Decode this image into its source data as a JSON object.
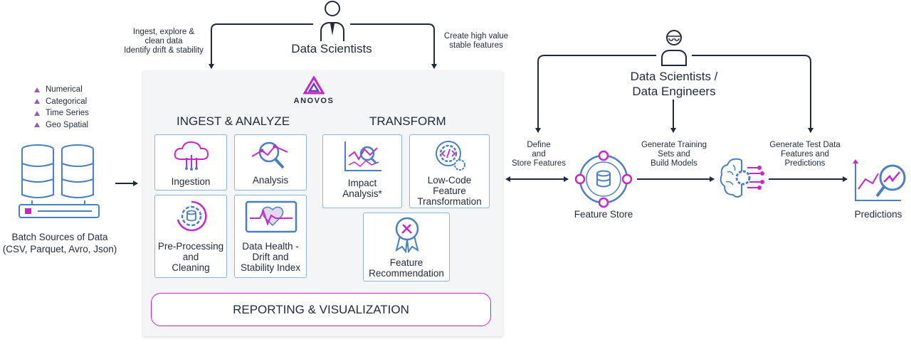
{
  "left_role": {
    "name": "Data Scientists"
  },
  "left_notes": {
    "ingest": [
      "Ingest, explore &",
      "clean data",
      "Identify drift & stability"
    ],
    "create": [
      "Create high value",
      "stable features"
    ]
  },
  "data_types": [
    "Numerical",
    "Categorical",
    "Time Series",
    "Geo Spatial"
  ],
  "batch_sources": {
    "line1": "Batch Sources of Data",
    "line2": "(CSV, Parquet, Avro, Json)"
  },
  "anovos": {
    "logo_text": "ANOVOS",
    "ingest_section": "INGEST & ANALYZE",
    "transform_section": "TRANSFORM",
    "cards": {
      "ingestion": "Ingestion",
      "analysis": "Analysis",
      "preprocessing": [
        "Pre-Processing",
        "and",
        "Cleaning"
      ],
      "data_health": [
        "Data Health -",
        "Drift and",
        "Stability Index"
      ],
      "impact": [
        "Impact",
        "Analysis*"
      ],
      "lowcode": [
        "Low-Code",
        "Feature",
        "Transformation"
      ],
      "recommendation": [
        "Feature",
        "Recommendation"
      ]
    },
    "reporting": "REPORTING & VISUALIZATION"
  },
  "right_role": {
    "line1": "Data Scientists /",
    "line2": "Data Engineers"
  },
  "flow": {
    "define": [
      "Define",
      "and",
      "Store Features"
    ],
    "training": [
      "Generate Training",
      "Sets and",
      "Build Models"
    ],
    "test": [
      "Generate Test Data",
      "Features and",
      "Predictions"
    ]
  },
  "feature_store": "Feature Store",
  "predictions": "Predictions",
  "colors": {
    "accent_purple": "#c428c8",
    "accent_blue": "#4a7fc1",
    "card_border": "#8fb6d6",
    "dark": "#1f2a3a"
  }
}
